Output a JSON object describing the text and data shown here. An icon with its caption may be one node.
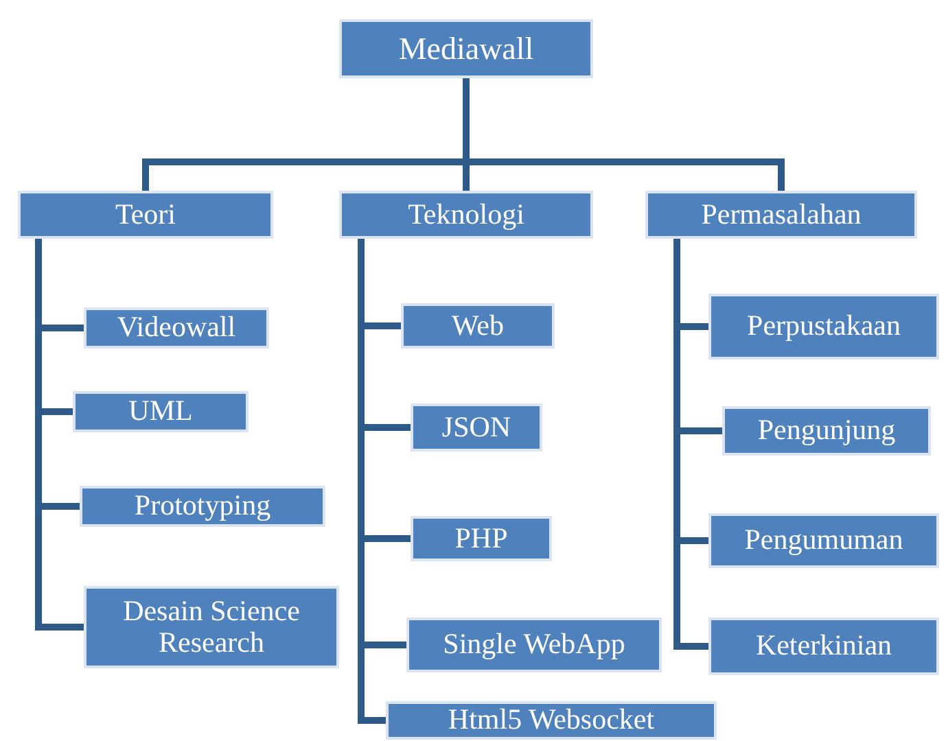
{
  "diagram": {
    "nodes": [
      {
        "text": [
          "Mediawall"
        ]
      },
      {
        "text": [
          "Teori"
        ]
      },
      {
        "text": [
          "Teknologi"
        ]
      },
      {
        "text": [
          "Permasalahan"
        ]
      },
      {
        "text": [
          "Videowall"
        ]
      },
      {
        "text": [
          "UML"
        ]
      },
      {
        "text": [
          "Prototyping"
        ]
      },
      {
        "text": [
          "Desain Science Research"
        ]
      },
      {
        "text": [
          "Web"
        ]
      },
      {
        "text": [
          "JSON"
        ]
      },
      {
        "text": [
          "PHP"
        ]
      },
      {
        "text": [
          "Single WebApp"
        ]
      },
      {
        "text": [
          "Html5 Websocket"
        ]
      },
      {
        "text": [
          "Perpustakaan"
        ]
      },
      {
        "text": [
          "Pengunjung"
        ]
      },
      {
        "text": [
          "Pengumuman"
        ]
      },
      {
        "text": [
          "Keterkinian"
        ]
      }
    ],
    "edges": [
      {
        "from": 0,
        "to": 1,
        "arrow": "none"
      },
      {
        "from": 0,
        "to": 2,
        "arrow": "none"
      },
      {
        "from": 0,
        "to": 3,
        "arrow": "none"
      },
      {
        "from": 1,
        "to": 4,
        "arrow": "none"
      },
      {
        "from": 1,
        "to": 5,
        "arrow": "none"
      },
      {
        "from": 1,
        "to": 6,
        "arrow": "none"
      },
      {
        "from": 1,
        "to": 7,
        "arrow": "none"
      },
      {
        "from": 2,
        "to": 8,
        "arrow": "none"
      },
      {
        "from": 2,
        "to": 9,
        "arrow": "none"
      },
      {
        "from": 2,
        "to": 10,
        "arrow": "none"
      },
      {
        "from": 2,
        "to": 11,
        "arrow": "none"
      },
      {
        "from": 2,
        "to": 12,
        "arrow": "none"
      },
      {
        "from": 3,
        "to": 13,
        "arrow": "none"
      },
      {
        "from": 3,
        "to": 14,
        "arrow": "none"
      },
      {
        "from": 3,
        "to": 15,
        "arrow": "none"
      },
      {
        "from": 3,
        "to": 16,
        "arrow": "none"
      }
    ]
  }
}
